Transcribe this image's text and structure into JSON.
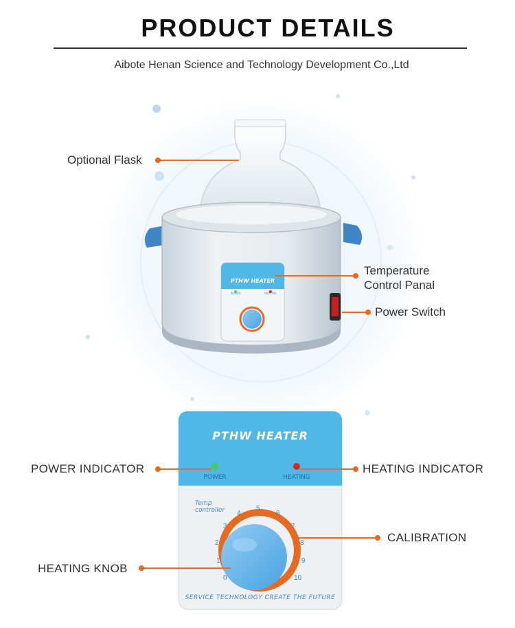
{
  "header": {
    "title": "PRODUCT DETAILS",
    "company": "Aibote Henan Science and Technology Development Co.,Ltd"
  },
  "product_photo": {
    "device_label": "PTHW HEATER",
    "small_label_left": "POWER",
    "small_label_right": "HEATING",
    "callouts": {
      "flask": "Optional Flask",
      "panel_line1": "Temperature",
      "panel_line2": "Control Panal",
      "switch": "Power Switch"
    }
  },
  "panel_closeup": {
    "device_label": "PTHW HEATER",
    "power_label": "POWER",
    "heating_label": "HEATING",
    "temp_line1": "Temp",
    "temp_line2": "controller",
    "dial_numbers": [
      "0",
      "1",
      "2",
      "3",
      "4",
      "5",
      "6",
      "7",
      "8",
      "9",
      "10"
    ],
    "footer_text": "SERVICE TECHNOLOGY CREATE THE FUTURE",
    "callouts": {
      "power_indicator": "POWER INDICATOR",
      "heating_indicator": "HEATING INDICATOR",
      "calibration": "CALIBRATION",
      "heating_knob": "HEATING KNOB"
    }
  },
  "colors": {
    "accent": "#e66a1f",
    "panel_blue": "#4fb8e6",
    "knob_blue": "#6ab6ec",
    "power_led": "#3fd15a",
    "heating_led": "#d9261c"
  }
}
